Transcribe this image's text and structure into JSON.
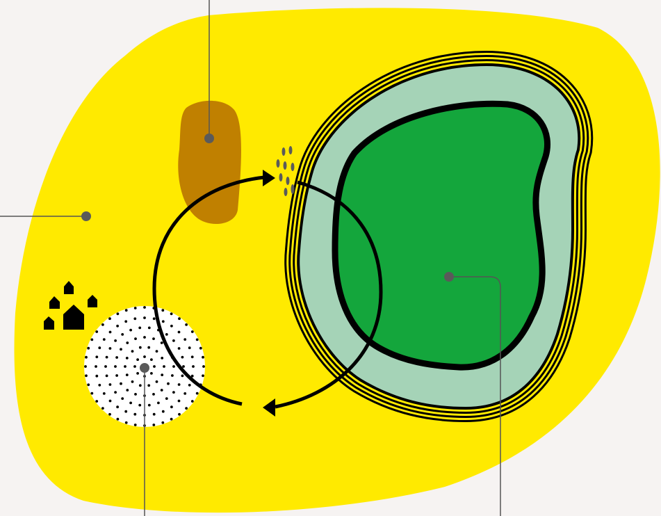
{
  "diagram": {
    "description_items": [
      {
        "id": "territory",
        "kind": "region",
        "icon": "yellow-blob"
      },
      {
        "id": "soil-patch",
        "kind": "area",
        "icon": "brown-patch"
      },
      {
        "id": "settlement",
        "kind": "icon-group",
        "icon": "houses-icon"
      },
      {
        "id": "dotted-zone",
        "kind": "area",
        "icon": "dotted-circle"
      },
      {
        "id": "green-core",
        "kind": "area",
        "icon": "green-lake"
      },
      {
        "id": "seeds",
        "kind": "icon-group",
        "icon": "seeds-icon"
      },
      {
        "id": "cycle",
        "kind": "flow",
        "icon": "cycle-arrows"
      }
    ],
    "colors": {
      "background": "#f6f3f2",
      "territory": "#ffea00",
      "soil": "#c08000",
      "buffer": "#a5d3b7",
      "core": "#14a63c",
      "outline": "#000000",
      "leader": "#555555",
      "dot": "#5a5a5a",
      "white_zone": "#ffffff"
    }
  }
}
